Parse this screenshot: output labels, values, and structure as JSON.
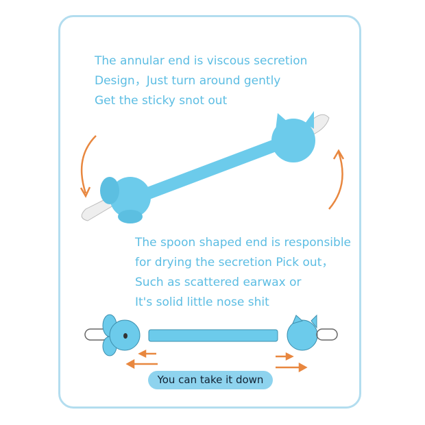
{
  "top_text": [
    "The annular end is viscous secretion",
    "Design，Just turn around gently",
    "Get the sticky snot out"
  ],
  "middle_text": [
    "The spoon shaped end is responsible",
    "for drying the secretion Pick out，",
    "Such as scattered earwax or",
    "It's solid little nose shit"
  ],
  "detach_label": "You can take it down",
  "colors": {
    "text": "#5cbde3",
    "product": "#6ccbeb",
    "arrow": "#e8873f",
    "frame": "#b3ddef"
  }
}
